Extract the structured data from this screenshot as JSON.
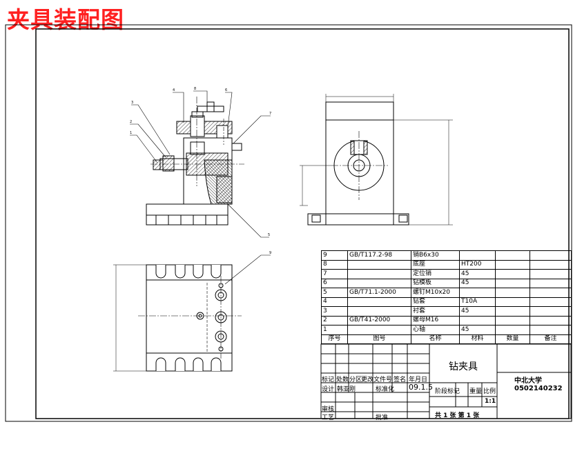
{
  "title": "夹具装配图",
  "bom": {
    "rows": [
      {
        "no": "9",
        "std": "GB/T117.2-98",
        "name": "销B6x30",
        "material": "",
        "qty": "",
        "note": ""
      },
      {
        "no": "8",
        "std": "",
        "name": "底座",
        "material": "HT200",
        "qty": "",
        "note": ""
      },
      {
        "no": "7",
        "std": "",
        "name": "定位销",
        "material": "45",
        "qty": "",
        "note": ""
      },
      {
        "no": "6",
        "std": "",
        "name": "钻模板",
        "material": "45",
        "qty": "",
        "note": ""
      },
      {
        "no": "5",
        "std": "GB/T71.1-2000",
        "name": "螺钉M10x20",
        "material": "",
        "qty": "",
        "note": ""
      },
      {
        "no": "4",
        "std": "",
        "name": "钻套",
        "material": "T10A",
        "qty": "",
        "note": ""
      },
      {
        "no": "3",
        "std": "",
        "name": "衬套",
        "material": "45",
        "qty": "",
        "note": ""
      },
      {
        "no": "2",
        "std": "GB/T41-2000",
        "name": "螺母M16",
        "material": "",
        "qty": "",
        "note": ""
      },
      {
        "no": "1",
        "std": "",
        "name": "心轴",
        "material": "45",
        "qty": "",
        "note": ""
      }
    ],
    "header": {
      "no": "序号",
      "std": "图号",
      "name": "名称",
      "material": "材料",
      "qty": "数量",
      "note": "备注"
    }
  },
  "title_block": {
    "drawing_name": "钻夹具",
    "school": "中北大学",
    "student_id": "0502140232",
    "row_headers": [
      "标记",
      "处数",
      "分区",
      "更改文件号",
      "签名",
      "年月日"
    ],
    "design_label": "设计",
    "designer": "韩亚刚",
    "standard_label": "标准化",
    "date": "09.1.5",
    "stage_label": "阶段标记",
    "weight_label": "重量",
    "scale_label": "比例",
    "scale": "1:1",
    "review_label": "审核",
    "process_label": "工艺",
    "approve_label": "批准",
    "sheets": "共 1 张 第 1 张"
  },
  "labels": {
    "balloons": [
      "4",
      "8",
      "6",
      "3",
      "2",
      "1",
      "7",
      "5",
      "9"
    ]
  }
}
